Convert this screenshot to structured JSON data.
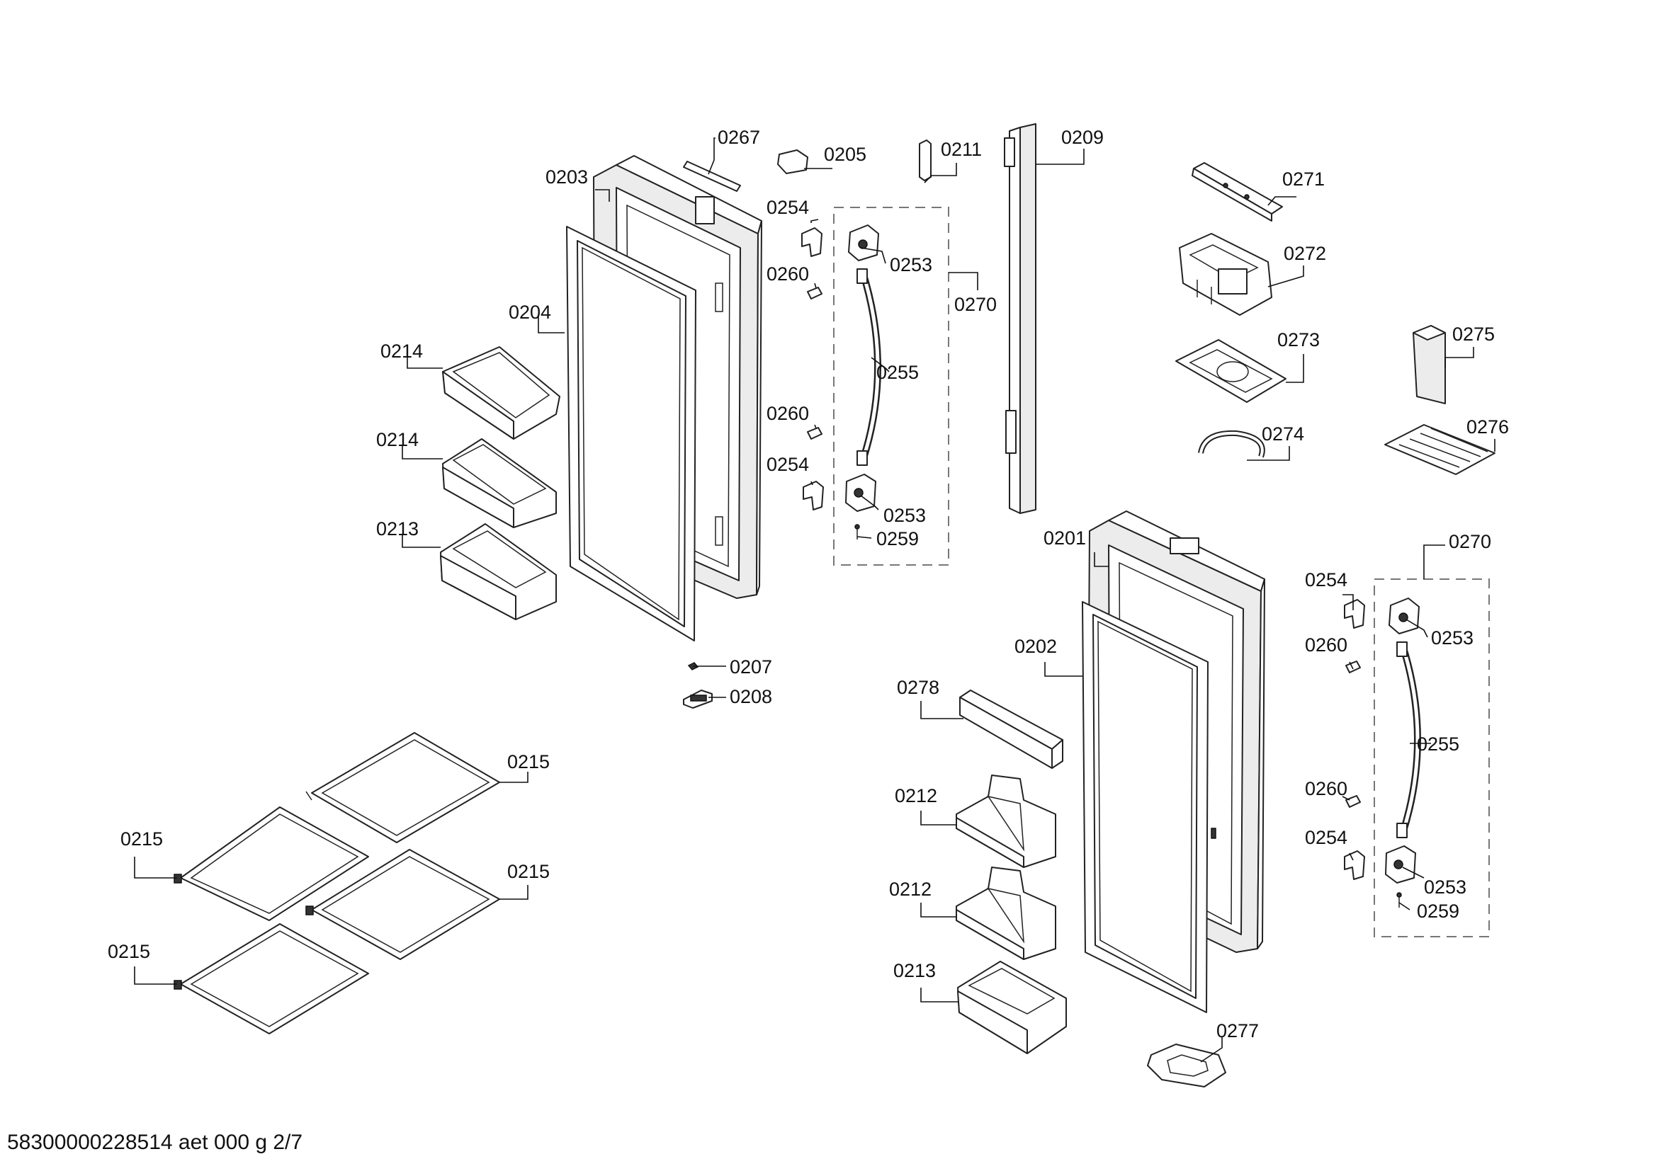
{
  "footer": "58300000228514 aet 000 g 2/7",
  "labels": {
    "p0267": "0267",
    "p0205": "0205",
    "p0211": "0211",
    "p0209": "0209",
    "p0203": "0203",
    "p0254a": "0254",
    "p0253a": "0253",
    "p0260a": "0260",
    "p0270a": "0270",
    "p0204": "0204",
    "p0214a": "0214",
    "p0255a": "0255",
    "p0260b": "0260",
    "p0214b": "0214",
    "p0254b": "0254",
    "p0253b": "0253",
    "p0213a": "0213",
    "p0259a": "0259",
    "p0271": "0271",
    "p0272": "0272",
    "p0273": "0273",
    "p0275": "0275",
    "p0274": "0274",
    "p0276": "0276",
    "p0201": "0201",
    "p0270b": "0270",
    "p0254c": "0254",
    "p0253c": "0253",
    "p0260c": "0260",
    "p0202": "0202",
    "p0207": "0207",
    "p0208": "0208",
    "p0278": "0278",
    "p0255b": "0255",
    "p0215a": "0215",
    "p0215b": "0215",
    "p0215c": "0215",
    "p0215d": "0215",
    "p0212a": "0212",
    "p0212b": "0212",
    "p0260d": "0260",
    "p0254d": "0254",
    "p0253d": "0253",
    "p0259b": "0259",
    "p0213b": "0213",
    "p0277": "0277"
  }
}
